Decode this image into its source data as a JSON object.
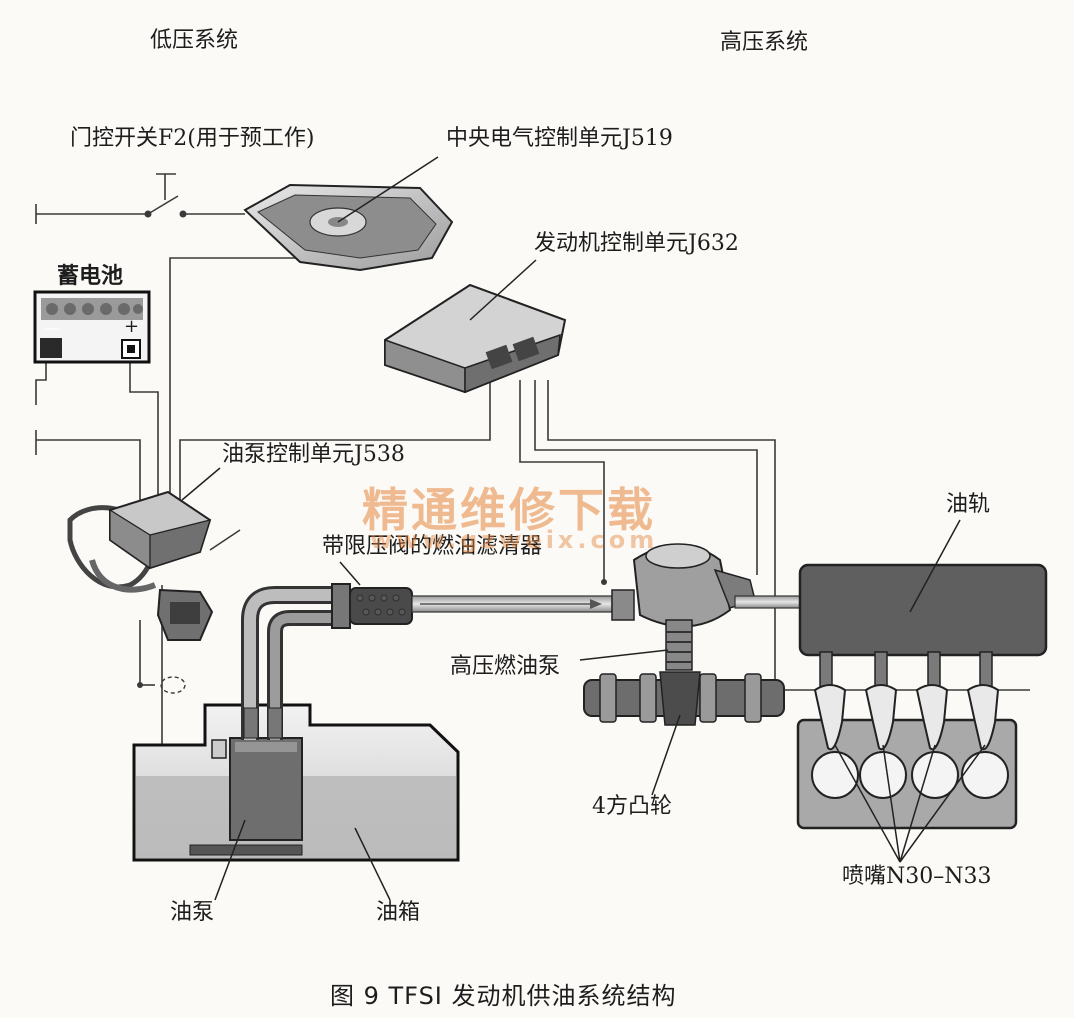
{
  "headings": {
    "low_pressure": "低压系统",
    "high_pressure": "高压系统"
  },
  "labels": {
    "door_switch": "门控开关F2(用于预工作)",
    "central_ecu": "中央电气控制单元J519",
    "engine_ecu": "发动机控制单元J632",
    "battery": "蓄电池",
    "fuel_pump_ecu": "油泵控制单元J538",
    "fuel_filter": "带限压阀的燃油滤清器",
    "fuel_rail": "油轨",
    "hp_fuel_pump": "高压燃油泵",
    "cam": "4方凸轮",
    "injectors": "喷嘴N30–N33",
    "fuel_pump": "油泵",
    "fuel_tank": "油箱",
    "battery_minus": "—",
    "battery_plus": "+"
  },
  "watermark": {
    "text": "精通维修下载",
    "url": "www.gzweix.com"
  },
  "caption": "图 9  TFSI 发动机供油系统结构",
  "colors": {
    "component_gray": "#7b7b7b",
    "dark_gray": "#555555",
    "light_gray": "#c8c8c8",
    "fuel_gray": "#b9b9b9",
    "watermark": "#e7863c"
  }
}
